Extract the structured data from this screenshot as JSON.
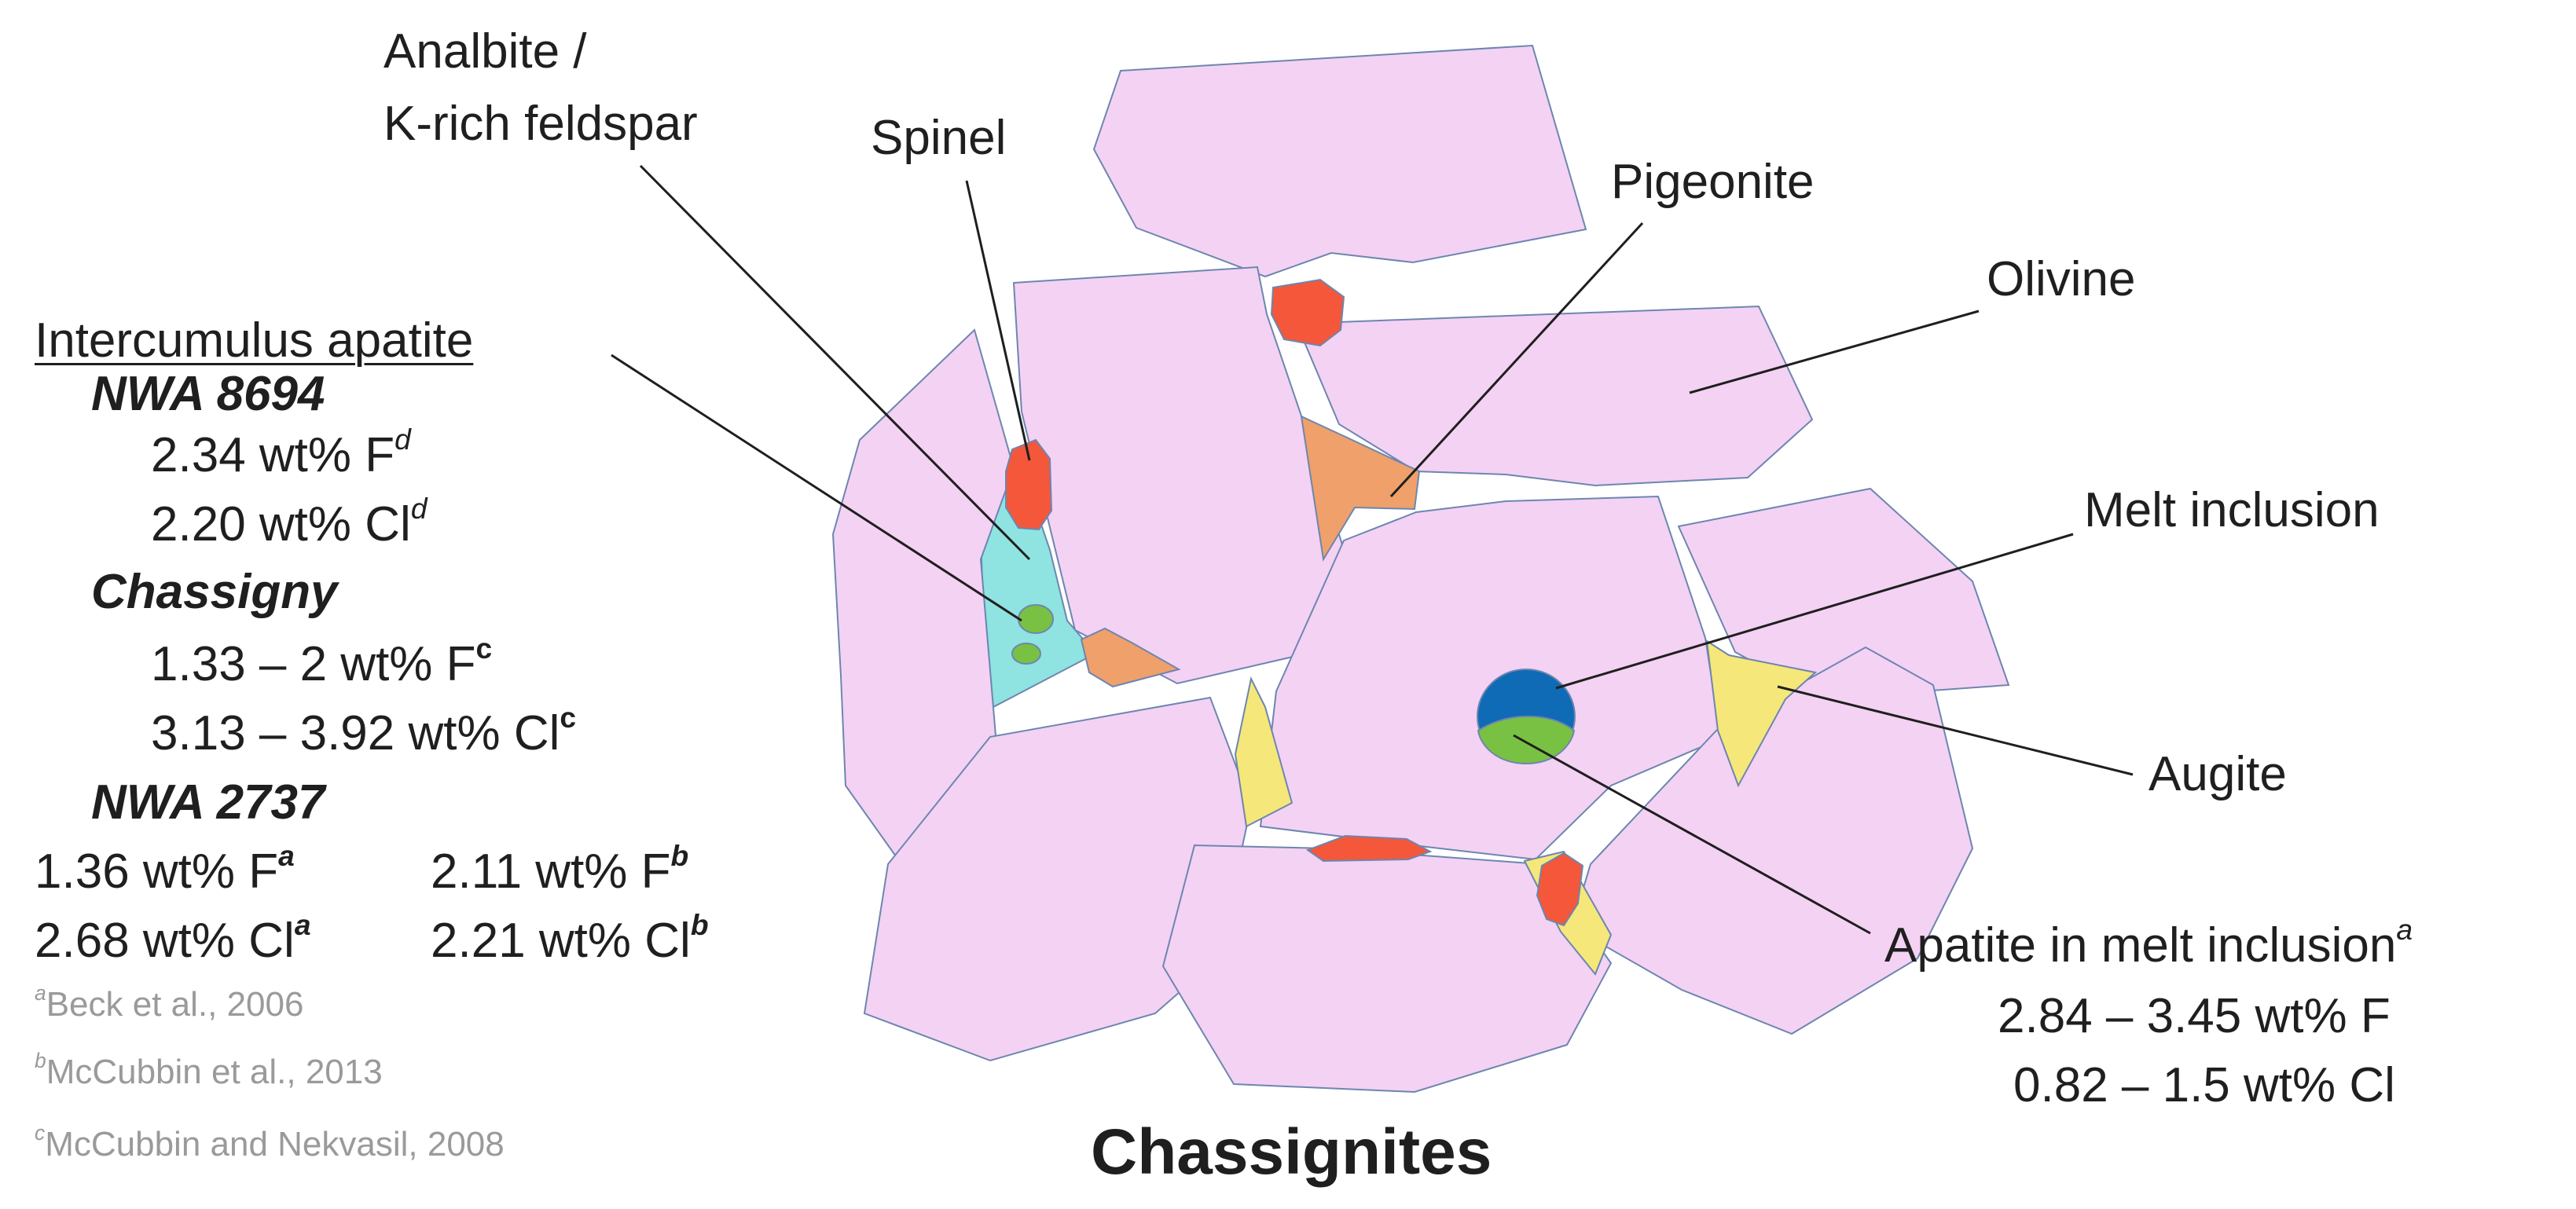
{
  "title": "Chassignites",
  "labels": {
    "analbite_line1": "Analbite /",
    "analbite_line2": "K-rich feldspar",
    "spinel": "Spinel",
    "pigeonite": "Pigeonite",
    "olivine": "Olivine",
    "melt_inclusion": "Melt inclusion",
    "augite": "Augite",
    "apatite_melt": "Apatite in melt inclusion",
    "apatite_melt_sup": "a",
    "apatite_melt_f": "2.84 – 3.45 wt% F",
    "apatite_melt_cl": "0.82 – 1.5 wt% Cl"
  },
  "intercumulus": {
    "heading": "Intercumulus apatite",
    "nwa8694": {
      "name": "NWA 8694",
      "f": "2.34 wt% F",
      "f_sup": "d",
      "cl": "2.20 wt% Cl",
      "cl_sup": "d"
    },
    "chassigny": {
      "name": "Chassigny",
      "f": "1.33 – 2 wt% F",
      "f_sup": "c",
      "cl": "3.13 – 3.92 wt% Cl",
      "cl_sup": "c"
    },
    "nwa2737": {
      "name": "NWA 2737",
      "f_a": "1.36 wt% F",
      "f_a_sup": "a",
      "cl_a": "2.68 wt% Cl",
      "cl_a_sup": "a",
      "f_b": "2.11 wt% F",
      "f_b_sup": "b",
      "cl_b": "2.21 wt% Cl",
      "cl_b_sup": "b"
    }
  },
  "references": [
    {
      "sup": "a",
      "text": "Beck et al., 2006"
    },
    {
      "sup": "b",
      "text": "McCubbin et al., 2013"
    },
    {
      "sup": "c",
      "text": "McCubbin and Nekvasil, 2008"
    }
  ],
  "colors": {
    "olivine": "#f4d2f4",
    "spinel": "#f4573a",
    "pigeonite": "#f0a06a",
    "augite": "#f6e77a",
    "feldspar": "#8fe3e0",
    "apatite": "#79c143",
    "melt": "#0f6bb5",
    "outline": "#6d86b0"
  }
}
